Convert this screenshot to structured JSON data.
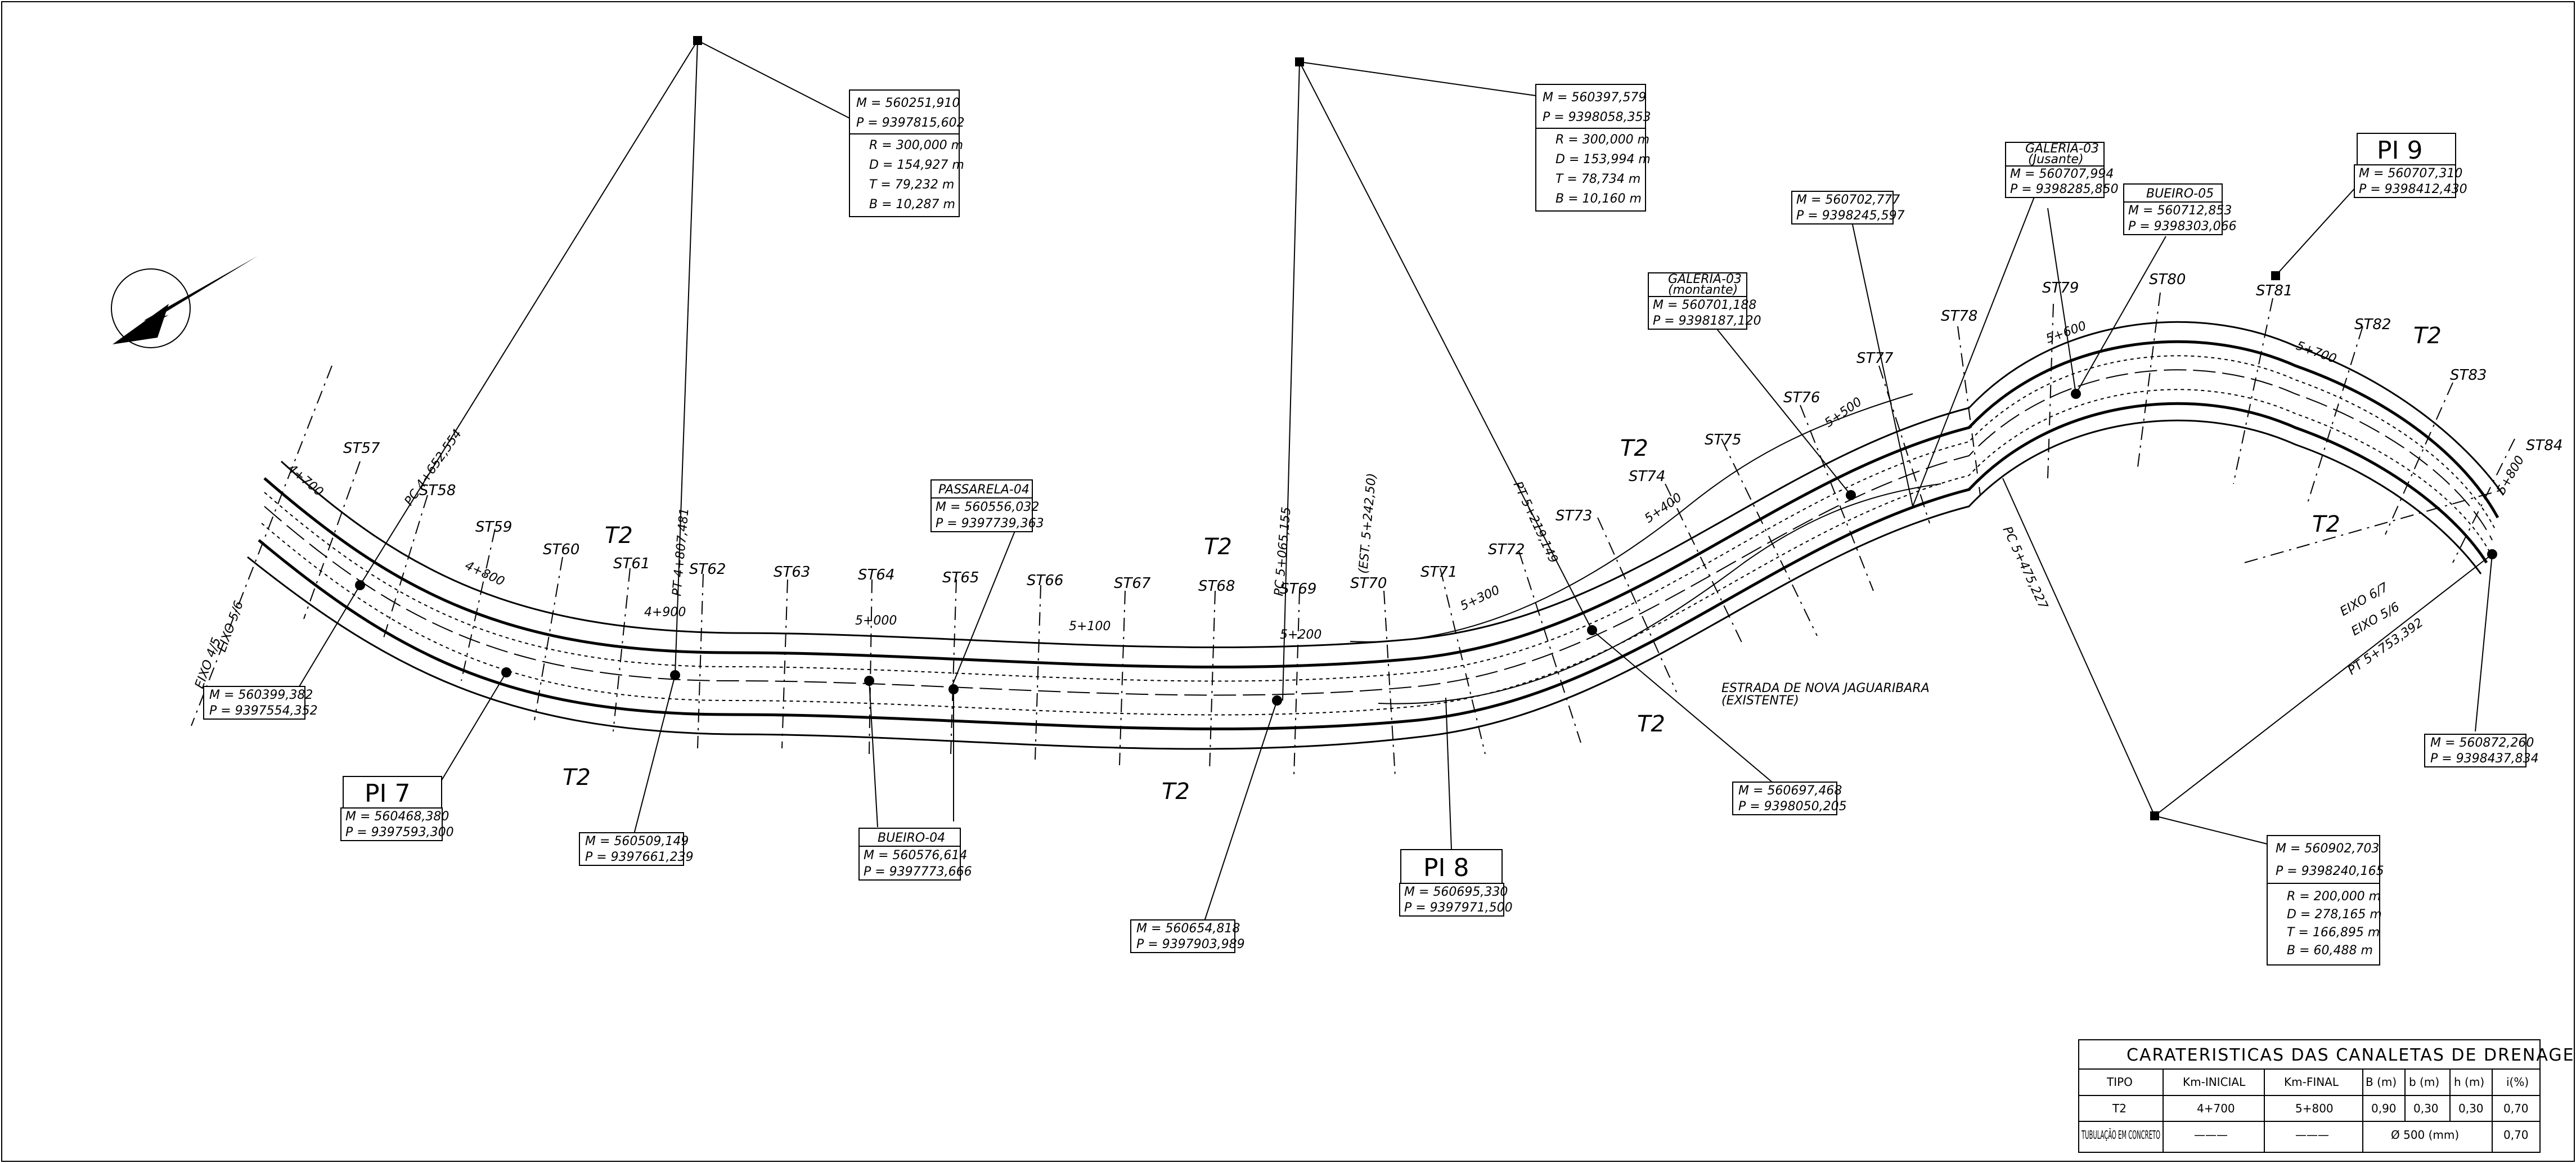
{
  "coord_boxes": [
    {
      "lines": [
        "M = 560251,910",
        "P = 9397815,602",
        "R = 300,000  m",
        "D = 154,927  m",
        "T = 79,232  m",
        "B = 10,287  m"
      ]
    },
    {
      "lines": [
        "M = 560397,579",
        "P = 9398058,353",
        "R = 300,000  m",
        "D = 153,994  m",
        "T = 78,734  m",
        "B = 10,160  m"
      ]
    },
    {
      "lines": [
        "M = 560902,703",
        "P = 9398240,165",
        "R = 200,000  m",
        "D = 278,165  m",
        "T = 166,895  m",
        "B = 60,488  m"
      ]
    },
    {
      "lines": [
        "M = 560399,382",
        "P = 9397554,352"
      ]
    },
    {
      "lines": [
        "M = 560468,380",
        "P = 9397593,300"
      ],
      "title": "PI 7"
    },
    {
      "lines": [
        "M = 560509,149",
        "P = 9397661,239"
      ]
    },
    {
      "lines": [
        "M = 560556,032",
        "P = 9397739,363"
      ],
      "title": "PASSARELA-04"
    },
    {
      "lines": [
        "M = 560576,614",
        "P = 9397773,666"
      ],
      "title": "BUEIRO-04"
    },
    {
      "lines": [
        "M = 560654,818",
        "P = 9397903,989"
      ]
    },
    {
      "lines": [
        "M = 560695,330",
        "P = 9397971,500"
      ],
      "title": "PI 8"
    },
    {
      "lines": [
        "M = 560697,468",
        "P = 9398050,205"
      ]
    },
    {
      "lines": [
        "M = 560701,188",
        "P = 9398187,120"
      ],
      "title": "GALERIA-03",
      "subtitle": "(montante)"
    },
    {
      "lines": [
        "M = 560702,777",
        "P = 9398245,597"
      ]
    },
    {
      "lines": [
        "M = 560707,994",
        "P = 9398285,850"
      ],
      "title": "GALERIA-03",
      "subtitle": "(Jusante)"
    },
    {
      "lines": [
        "M = 560712,853",
        "P = 9398303,066"
      ],
      "title": "BUEIRO-05"
    },
    {
      "lines": [
        "M = 560707,310",
        "P = 9398412,430"
      ],
      "title": "PI 9"
    },
    {
      "lines": [
        "M = 560872,260",
        "P = 9398437,834"
      ]
    }
  ],
  "stations": [
    "ST57",
    "ST58",
    "ST59",
    "ST60",
    "ST61",
    "ST62",
    "ST63",
    "ST64",
    "ST65",
    "ST66",
    "ST67",
    "ST68",
    "ST69",
    "ST70",
    "ST71",
    "ST72",
    "ST73",
    "ST74",
    "ST75",
    "ST76",
    "ST77",
    "ST78",
    "ST79",
    "ST80",
    "ST81",
    "ST82",
    "ST83",
    "ST84"
  ],
  "kms": [
    "4+700",
    "4+800",
    "4+900",
    "5+000",
    "5+100",
    "5+200",
    "5+300",
    "5+400",
    "5+500",
    "5+600",
    "5+700",
    "5+800"
  ],
  "t2_label": "T2",
  "road_label": [
    "ESTRADA DE NOVA JAGUARIBARA",
    "(EXISTENTE)"
  ],
  "curve_labels": [
    "PC 4+652,554",
    "PT 4+807,481",
    "PC 5+065,155",
    "PT 5+219,149",
    "PC 5+475,227",
    "PT 5+753,392",
    "(EST. 5+242,50)"
  ],
  "axis_labels": [
    "EIXO 4/5",
    "EIXO 5/6",
    "EIXO 5/6",
    "EIXO 6/7"
  ],
  "table": {
    "title": "CARATERISTICAS DAS CANALETAS DE DRENAGEM",
    "headers": [
      "TIPO",
      "Km-INICIAL",
      "Km-FINAL",
      "B (m)",
      "b (m)",
      "h (m)",
      "i(%)"
    ],
    "row1": [
      "T2",
      "4+700",
      "5+800",
      "0,90",
      "0,30",
      "0,30",
      "0,70"
    ],
    "row2": {
      "tipo": "TUBULAÇÃO EM CONCRETO",
      "ini": "———",
      "fin": "———",
      "diam": "Ø 500 (mm)",
      "i": "0,70"
    }
  }
}
